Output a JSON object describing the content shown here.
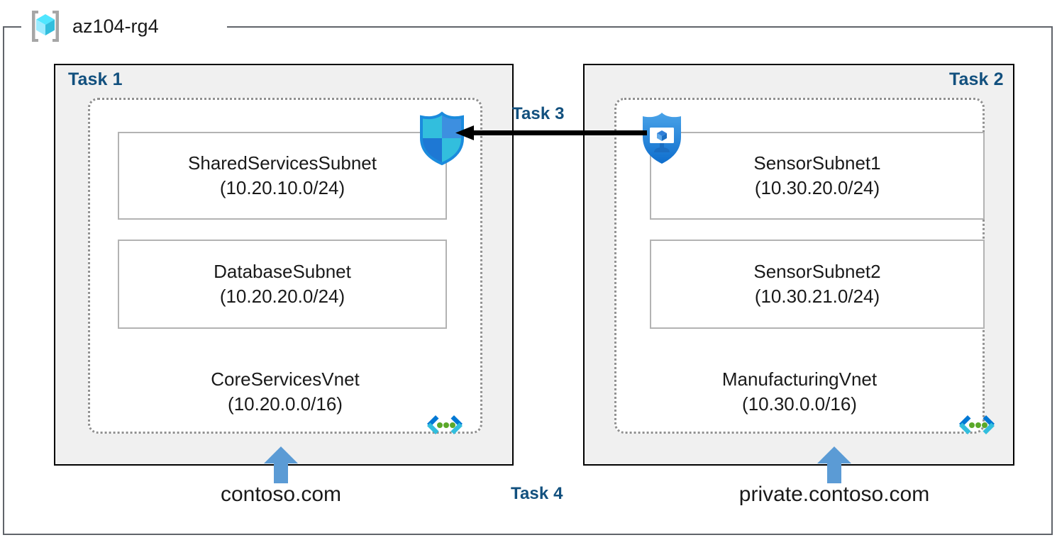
{
  "resource_group": {
    "name": "az104-rg4",
    "icon": "resource-group-cube-icon"
  },
  "panels": [
    {
      "id": "left",
      "task_label": "Task 1",
      "vnet": {
        "name": "CoreServicesVnet",
        "cidr": "(10.20.0.0/16)",
        "icon": "virtual-network-icon"
      },
      "subnets": [
        {
          "name": "SharedServicesSubnet",
          "cidr": "(10.20.10.0/24)"
        },
        {
          "name": "DatabaseSubnet",
          "cidr": "(10.20.20.0/24)"
        }
      ],
      "dns_zone": "contoso.com"
    },
    {
      "id": "right",
      "task_label": "Task 2",
      "vnet": {
        "name": "ManufacturingVnet",
        "cidr": "(10.30.0.0/16)",
        "icon": "virtual-network-icon"
      },
      "subnets": [
        {
          "name": "SensorSubnet1",
          "cidr": "(10.30.20.0/24)"
        },
        {
          "name": "SensorSubnet2",
          "cidr": "(10.30.21.0/24)"
        }
      ],
      "dns_zone": "private.contoso.com"
    }
  ],
  "connection": {
    "task_label": "Task 3",
    "direction": "right-to-left",
    "source_icon": "application-security-group-shield-icon",
    "target_icon": "network-security-group-shield-icon"
  },
  "dns": {
    "task_label": "Task 4",
    "arrow_icon": "up-arrow-icon"
  },
  "colors": {
    "task_text": "#12507e",
    "panel_fill": "#f0f0f0",
    "panel_border": "#000000",
    "vnet_border": "#909090",
    "subnet_border": "#b3b3b3",
    "frame_border": "#60646a",
    "accent_blue": "#5b9bd5",
    "cube_cyan": "#50e6ff",
    "shield_blue": "#0078d4",
    "dot_green": "#5ba829"
  }
}
